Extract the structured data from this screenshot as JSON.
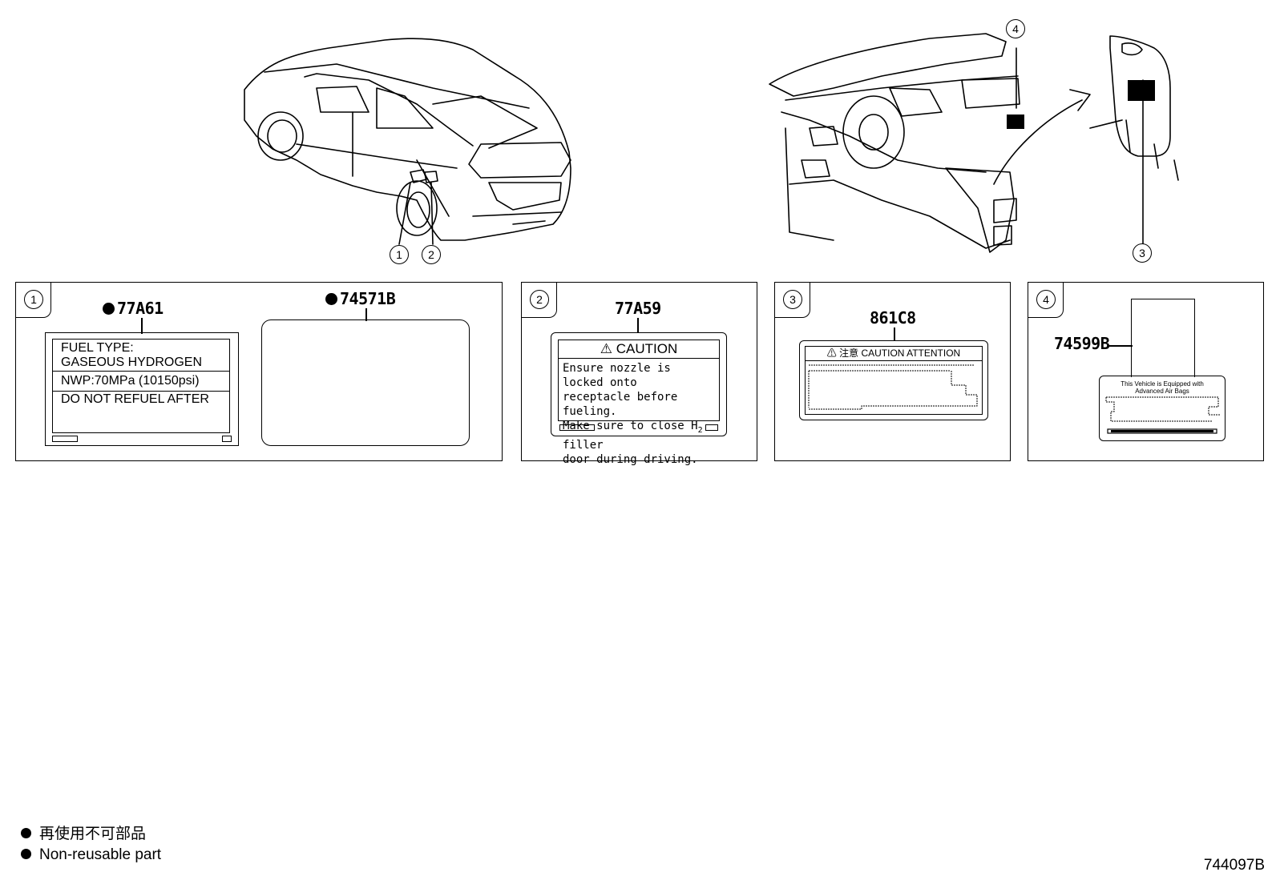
{
  "callouts": {
    "c1": "1",
    "c2": "2",
    "c3": "3",
    "c4": "4"
  },
  "panels": [
    {
      "num": "1"
    },
    {
      "num": "2"
    },
    {
      "num": "3"
    },
    {
      "num": "4"
    }
  ],
  "parts": {
    "p77A61": "77A61",
    "p74571B": "74571B",
    "p77A59": "77A59",
    "p861C8": "861C8",
    "p74599B": "74599B"
  },
  "label_77A61": {
    "row1a": "FUEL TYPE:",
    "row1b": "GASEOUS HYDROGEN",
    "row2": "NWP:70MPa (10150psi)",
    "row3": "DO NOT REFUEL AFTER"
  },
  "label_77A59": {
    "heading": "CAUTION",
    "lines": [
      "Ensure nozzle is locked onto",
      "receptacle before fueling.",
      "Make sure to close H",
      "door during driving."
    ],
    "subscript": "2",
    "line3_tail": " filler"
  },
  "label_861C8": {
    "heading": "注意  CAUTION  ATTENTION"
  },
  "label_74599B": {
    "line1": "This Vehicle is Equipped with",
    "line2": "Advanced Air Bags"
  },
  "legend": {
    "jp": "再使用不可部品",
    "en": "Non-reusable part"
  },
  "figure_id": "744097B"
}
